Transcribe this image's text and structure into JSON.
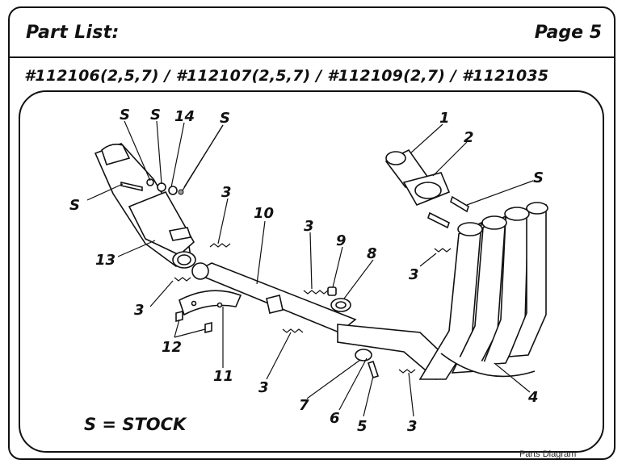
{
  "header": {
    "title": "Part List:",
    "page": "Page 5"
  },
  "part_numbers": "#112106(2,5,7) / #112107(2,5,7) / #112109(2,7) / #1121035",
  "callouts": {
    "c1": "1",
    "c2": "2",
    "c3a": "3",
    "c3b": "3",
    "c3c": "3",
    "c3d": "3",
    "c3e": "3",
    "c3f": "3",
    "c4": "4",
    "c5": "5",
    "c6": "6",
    "c7": "7",
    "c8": "8",
    "c9": "9",
    "c10": "10",
    "c11": "11",
    "c12": "12",
    "c13": "13",
    "c14": "14",
    "s1": "S",
    "s2": "S",
    "s3": "S",
    "s4": "S",
    "s5": "S"
  },
  "legend": "S = STOCK",
  "caption": "Parts Diagram"
}
